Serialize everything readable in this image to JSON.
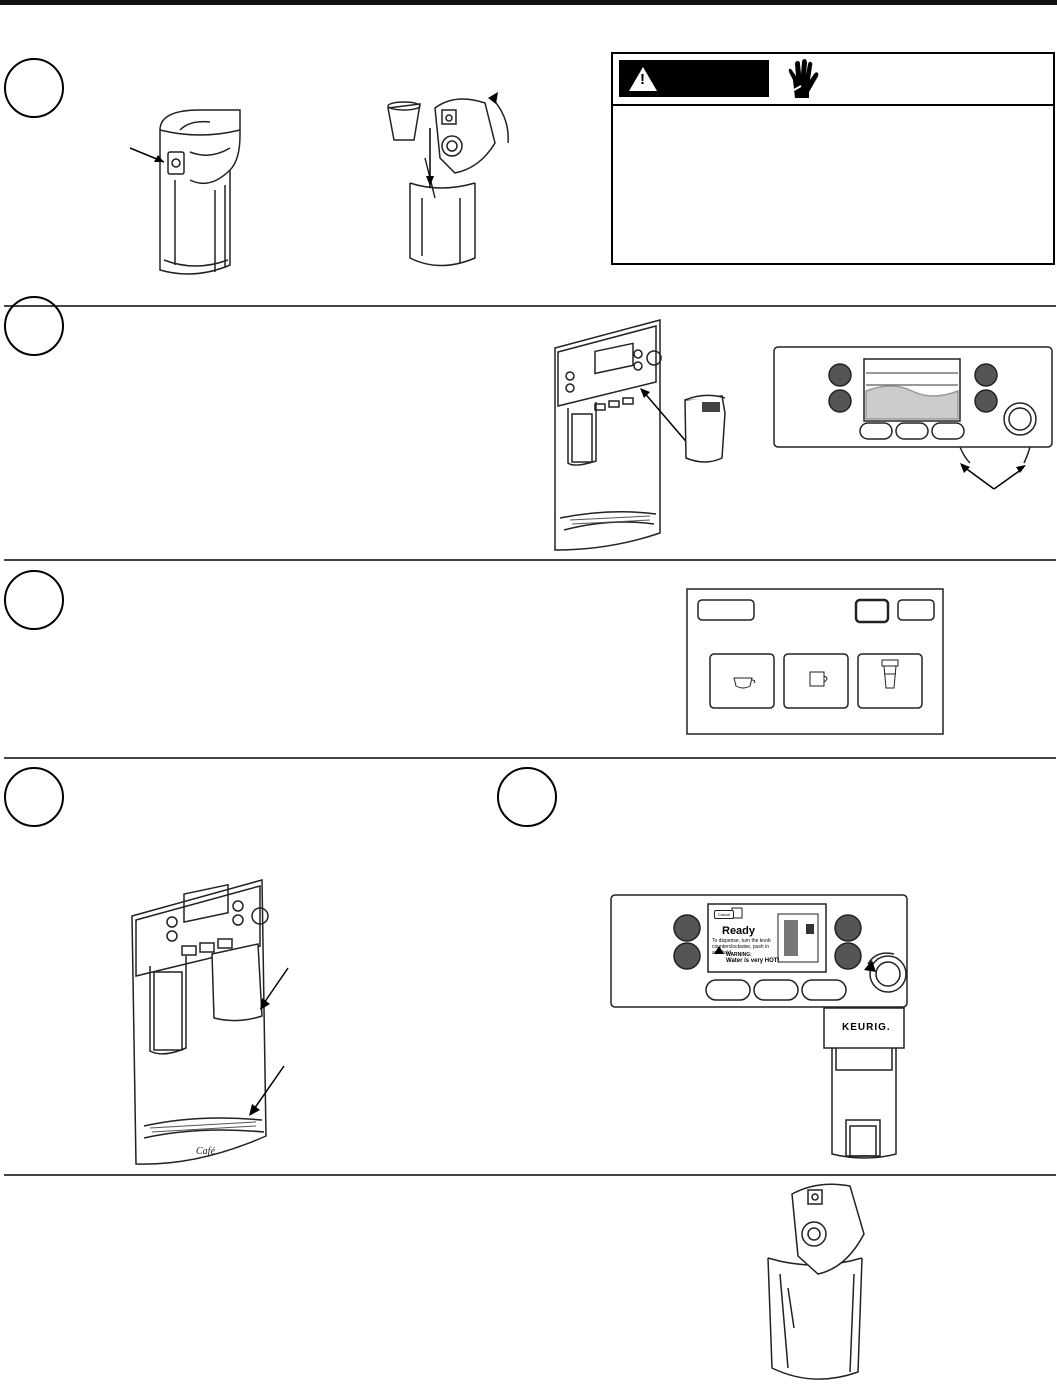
{
  "steps": {
    "s1": "",
    "s2": "",
    "s3": "",
    "s4": "",
    "s5": ""
  },
  "warning": {
    "badge_label": "",
    "body_text": ""
  },
  "fig_panel_screen": {
    "button_labels": [
      "",
      "",
      ""
    ]
  },
  "fig_display": {
    "cancel_label": "Cancel",
    "ready_label": "Ready",
    "instruction_text": "To dispense, turn the knob counterclockwise, push in and hold.",
    "warning_title": "WARNING:",
    "warning_text": "Water is very HOT!"
  },
  "fig_brewer": {
    "brand_label": "KEURIG."
  },
  "fig_refrigerator": {
    "brand_label": "Café"
  },
  "colors": {
    "line": "#222222",
    "button_fill": "#555555",
    "divider": "#444444"
  }
}
